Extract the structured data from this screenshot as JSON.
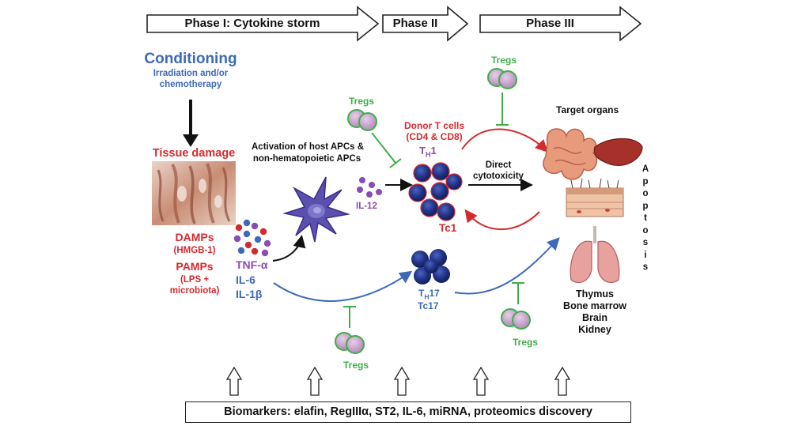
{
  "phases": {
    "phase1": "Phase I: Cytokine storm",
    "phase2": "Phase II",
    "phase3": "Phase III"
  },
  "conditioning": {
    "title": "Conditioning",
    "subtitle_line1": "Irradiation and/or",
    "subtitle_line2": "chemotherapy"
  },
  "tissue_damage": "Tissue damage",
  "damps": {
    "title": "DAMPs",
    "sub": "(HMGB-1)"
  },
  "pamps": {
    "title": "PAMPs",
    "sub_line1": "(LPS +",
    "sub_line2": "microbiota)"
  },
  "cytokines": {
    "tnf": "TNF-α",
    "il6": "IL-6",
    "il1b": "IL-1β",
    "il12": "IL-12"
  },
  "apc_activation": {
    "line1": "Activation of host APCs &",
    "line2": "non-hematopoietic APCs"
  },
  "tregs_label": "Tregs",
  "donor_t_cells": {
    "line1": "Donor T cells",
    "line2": "(CD4 & CD8)"
  },
  "th1": {
    "main": "T",
    "sub": "H",
    "tail": "1"
  },
  "tc1": "Tc1",
  "th17": {
    "main": "T",
    "sub": "H",
    "tail": "17"
  },
  "tc17": "Tc17",
  "direct_cytotoxicity": {
    "line1": "Direct",
    "line2": "cytotoxicity"
  },
  "target_organs": "Target organs",
  "apoptosis_letters": [
    "A",
    "p",
    "o",
    "p",
    "t",
    "o",
    "s",
    "i",
    "s"
  ],
  "organs_list": [
    "Thymus",
    "Bone marrow",
    "Brain",
    "Kidney"
  ],
  "biomarkers": "Biomarkers:  elafin,  RegIIIα,  ST2,  IL-6,  miRNA,  proteomics discovery",
  "colors": {
    "red": "#d42a2e",
    "blue": "#3d6ab8",
    "green": "#3fae49",
    "purple": "#8a4bb5",
    "treg_fill": "#c9a3cf",
    "t_cell_fill": "#23358a"
  }
}
